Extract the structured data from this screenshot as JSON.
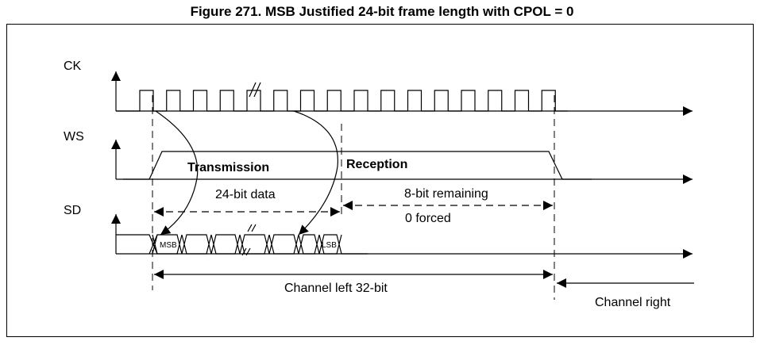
{
  "title": "Figure 271. MSB Justified 24-bit frame length with CPOL = 0",
  "signals": {
    "ck": "CK",
    "ws": "WS",
    "sd": "SD"
  },
  "labels": {
    "transmission": "Transmission",
    "reception": "Reception",
    "data_24bit": "24-bit data",
    "remaining_8bit": "8-bit remaining",
    "zero_forced": "0 forced",
    "msb": "MSB",
    "lsb": "LSB",
    "channel_left": "Channel left 32-bit",
    "channel_right": "Channel right"
  }
}
